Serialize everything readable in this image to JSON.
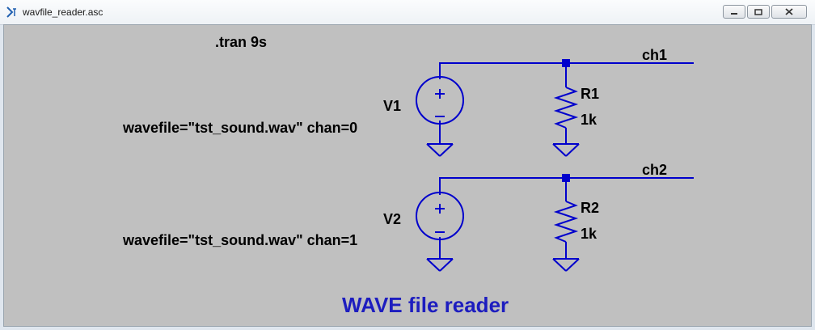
{
  "window": {
    "title": "wavfile_reader.asc",
    "buttons": [
      "minimize",
      "maximize",
      "close"
    ]
  },
  "directive": ".tran 9s",
  "components": [
    {
      "ref": "V1",
      "attr": "wavefile=\"tst_sound.wav\" chan=0"
    },
    {
      "ref": "V2",
      "attr": "wavefile=\"tst_sound.wav\" chan=1"
    },
    {
      "ref": "R1",
      "value": "1k"
    },
    {
      "ref": "R2",
      "value": "1k"
    }
  ],
  "nets": [
    "ch1",
    "ch2"
  ],
  "schematic_title": "WAVE file reader",
  "colors": {
    "wire": "#0000cc",
    "background": "#c0c0c0",
    "title_text": "#1d1dbf"
  },
  "icons": [
    "ltspice-app-icon",
    "minimize-icon",
    "maximize-icon",
    "close-icon"
  ]
}
